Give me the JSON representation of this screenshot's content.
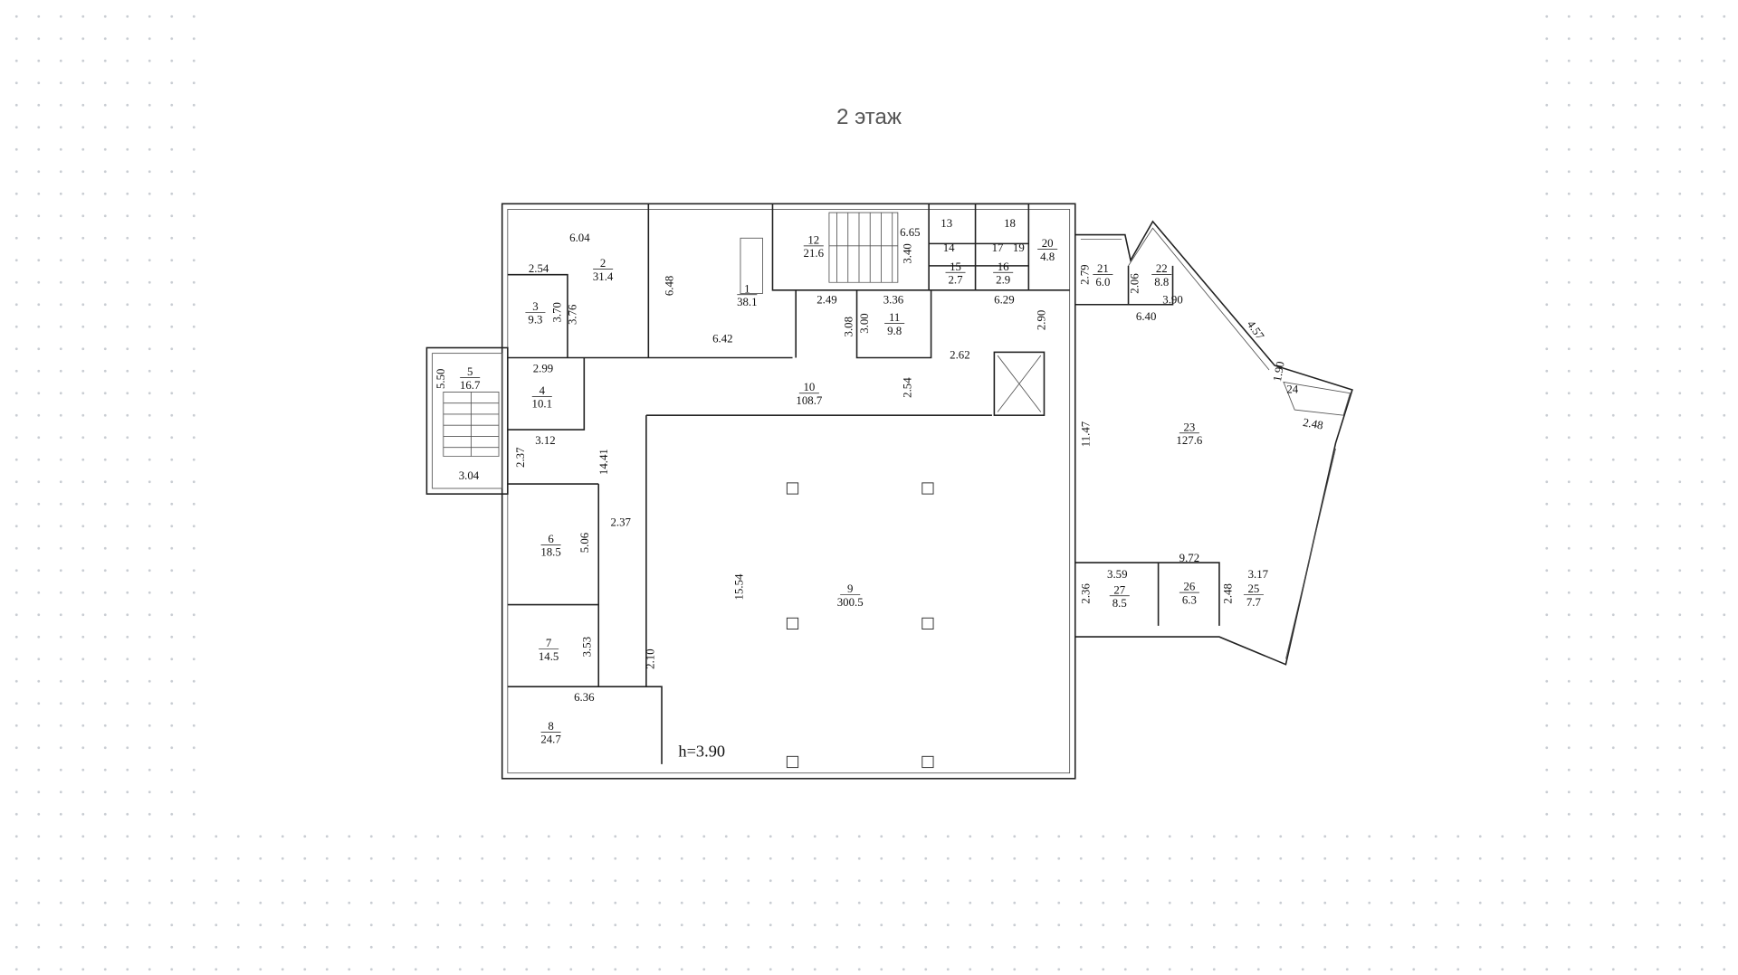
{
  "title": "2 этаж",
  "plan": {
    "height_label": "h=3.90",
    "rooms": [
      {
        "num": "1",
        "area": "38.1"
      },
      {
        "num": "2",
        "area": "31.4"
      },
      {
        "num": "3",
        "area": "9.3"
      },
      {
        "num": "4",
        "area": "10.1"
      },
      {
        "num": "5",
        "area": "16.7"
      },
      {
        "num": "6",
        "area": "18.5"
      },
      {
        "num": "7",
        "area": "14.5"
      },
      {
        "num": "8",
        "area": "24.7"
      },
      {
        "num": "9",
        "area": "300.5"
      },
      {
        "num": "10",
        "area": "108.7"
      },
      {
        "num": "11",
        "area": "9.8"
      },
      {
        "num": "12",
        "area": "21.6"
      },
      {
        "num": "13",
        "area": ""
      },
      {
        "num": "14",
        "area": ""
      },
      {
        "num": "15",
        "area": "2.7"
      },
      {
        "num": "16",
        "area": "2.9"
      },
      {
        "num": "17",
        "area": ""
      },
      {
        "num": "18",
        "area": ""
      },
      {
        "num": "19",
        "area": ""
      },
      {
        "num": "20",
        "area": "4.8"
      },
      {
        "num": "21",
        "area": "6.0"
      },
      {
        "num": "22",
        "area": "8.8"
      },
      {
        "num": "23",
        "area": "127.6"
      },
      {
        "num": "24",
        "area": ""
      },
      {
        "num": "25",
        "area": "7.7"
      },
      {
        "num": "26",
        "area": "6.3"
      },
      {
        "num": "27",
        "area": "8.5"
      }
    ],
    "dimensions": [
      "6.04",
      "2.54",
      "3.70",
      "3.76",
      "6.48",
      "6.42",
      "6.65",
      "3.40",
      "2.49",
      "3.36",
      "3.08",
      "3.00",
      "2.99",
      "3.12",
      "5.50",
      "3.04",
      "2.37",
      "14.41",
      "2.54",
      "2.62",
      "6.29",
      "2.90",
      "2.79",
      "2.06",
      "3.90",
      "6.40",
      "4.57",
      "1.90",
      "2.48",
      "11.47",
      "2.37",
      "5.06",
      "15.54",
      "9.72",
      "3.59",
      "3.17",
      "2.36",
      "2.48",
      "3.53",
      "2.10",
      "6.36"
    ]
  }
}
